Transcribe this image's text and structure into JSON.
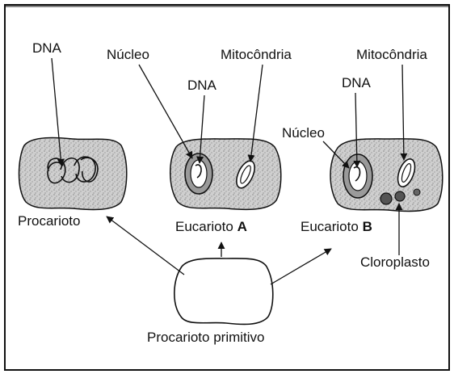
{
  "labels": {
    "dna_1": "DNA",
    "nucleo_a": "Núcleo",
    "mitocondria_a": "Mitocôndria",
    "dna_a": "DNA",
    "mitocondria_b": "Mitocôndria",
    "dna_b": "DNA",
    "nucleo_b": "Núcleo",
    "procarioto": "Procarioto",
    "eucarioto_a_text": "Eucarioto",
    "eucarioto_a_letter": "A",
    "eucarioto_b_text": "Eucarioto",
    "eucarioto_b_letter": "B",
    "cloroplasto": "Cloroplasto",
    "procarioto_primitivo": "Procarioto primitivo"
  },
  "colors": {
    "frame": "#111111",
    "cell_fill": "#d9d9d9",
    "ink": "#111111"
  }
}
